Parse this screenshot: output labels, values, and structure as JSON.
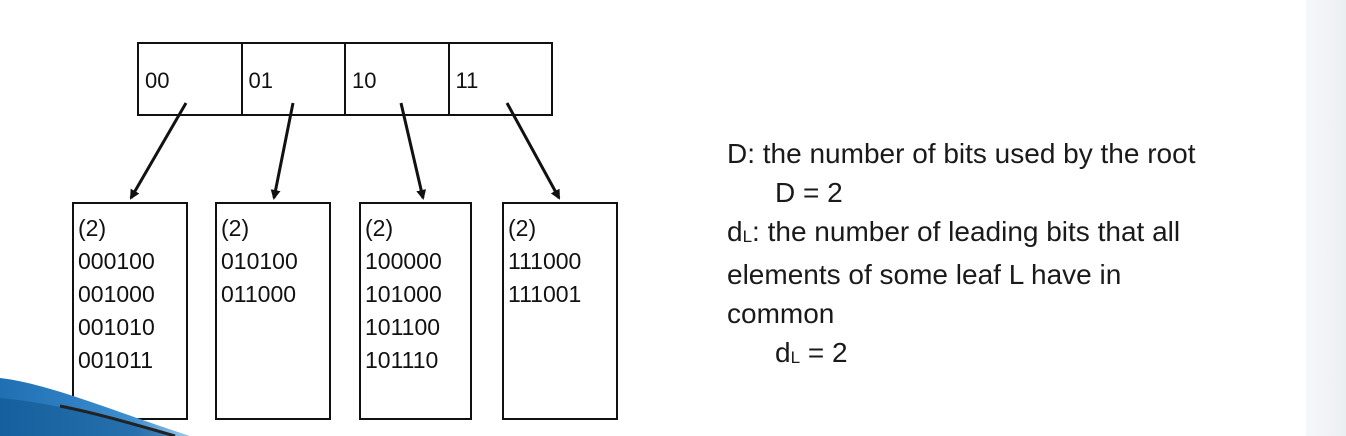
{
  "root": {
    "cells": [
      "00",
      "01",
      "10",
      "11"
    ]
  },
  "leaves": [
    {
      "depth": "(2)",
      "entries": [
        "000100",
        "001000",
        "001010",
        "001011"
      ]
    },
    {
      "depth": "(2)",
      "entries": [
        "010100",
        "011000"
      ]
    },
    {
      "depth": "(2)",
      "entries": [
        "100000",
        "101000",
        "101100",
        "101110"
      ]
    },
    {
      "depth": "(2)",
      "entries": [
        "111000",
        "111001"
      ]
    }
  ],
  "description": {
    "line1": "D: the number of bits used by the root",
    "line2": "D = 2",
    "line3_prefix": "d",
    "line3_sub": "L",
    "line3_rest": ": the number of leading bits that all",
    "line4": "elements of some leaf L have in",
    "line5": "common",
    "line6_prefix": "d",
    "line6_sub": "L",
    "line6_rest": " = 2"
  },
  "colors": {
    "stroke": "#111111",
    "accent": "#1f6fb2"
  }
}
